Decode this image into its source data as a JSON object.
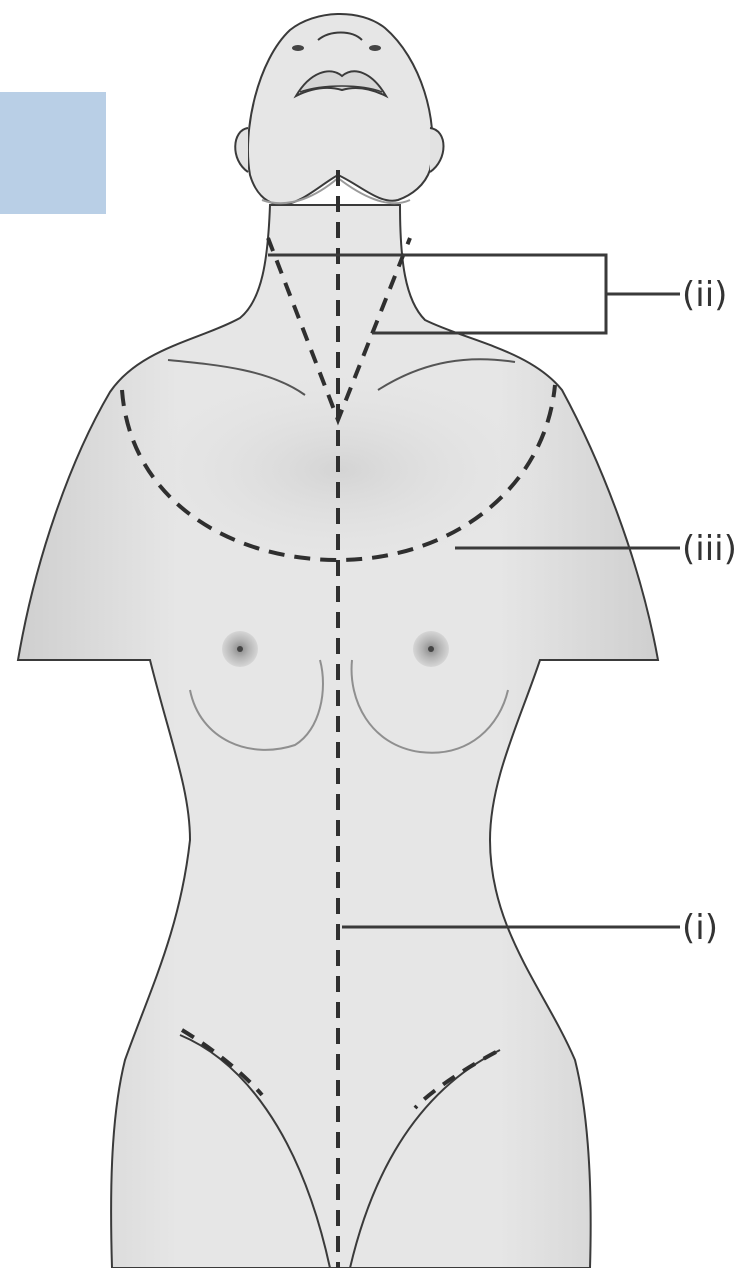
{
  "diagram": {
    "labels": [
      {
        "id": "i",
        "text": "(i)"
      },
      {
        "id": "ii",
        "text": "(ii)"
      },
      {
        "id": "iii",
        "text": "(iii)"
      }
    ],
    "colors": {
      "skin_fill": "#e6e6e6",
      "skin_shade": "#d2d2d2",
      "outline": "#3a3a3a",
      "dashed_line": "#2f2f2f",
      "leader_line": "#3a3a3a",
      "label_text": "#333333",
      "blue_patch": "#b9cfe6",
      "white_band": "#f4f6f8"
    }
  }
}
